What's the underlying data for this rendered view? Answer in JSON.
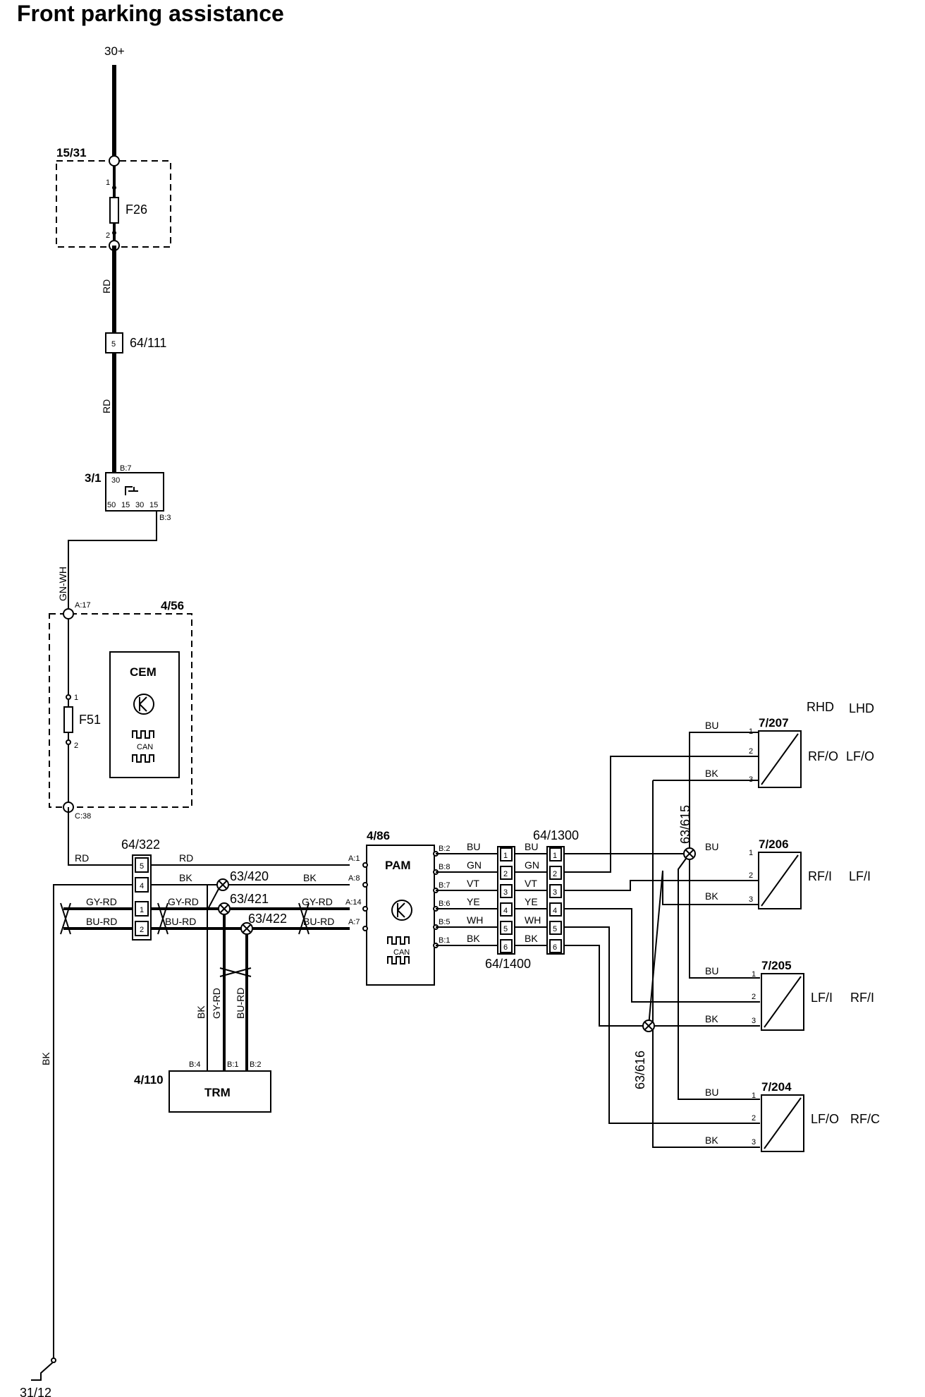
{
  "title": "Front parking assistance",
  "supply": {
    "label": "30+"
  },
  "ground": {
    "label": "31/12",
    "wire": "BK"
  },
  "fuse_box_1": {
    "label": "15/31",
    "fuse": "F26",
    "pin_top": "1",
    "pin_bottom": "2"
  },
  "wire_rd_1": "RD",
  "connector_64_111": {
    "label": "64/111",
    "pin": "5"
  },
  "wire_rd_2": "RD",
  "relay_3_1": {
    "label": "3/1",
    "pin_in": "B:7",
    "pin_out": "B:3",
    "terminals": [
      "30",
      "50",
      "15",
      "30",
      "15"
    ]
  },
  "wire_gnwh": "GN-WH",
  "cem": {
    "label": "4/56",
    "name": "CEM",
    "can": "CAN",
    "fuse": "F51",
    "pin_top": "1",
    "pin_bottom": "2",
    "pin_a": "A:17",
    "pin_c": "C:38"
  },
  "connector_64_322": {
    "label": "64/322",
    "pins": [
      "5",
      "4",
      "1",
      "2"
    ],
    "left_wires": [
      "RD",
      "GY-RD",
      "BU-RD"
    ],
    "right_wires": [
      "RD",
      "BK",
      "GY-RD",
      "BU-RD"
    ]
  },
  "splices": {
    "s420": "63/420",
    "s421": "63/421",
    "s422": "63/422",
    "s615": "63/615",
    "s616": "63/616"
  },
  "pam": {
    "label": "4/86",
    "name": "PAM",
    "can": "CAN",
    "left_pins": [
      "A:1",
      "A:8",
      "A:14",
      "A:7"
    ],
    "left_wires": [
      "BK",
      "GY-RD",
      "BU-RD"
    ],
    "right_pins": [
      "B:2",
      "B:8",
      "B:7",
      "B:6",
      "B:5",
      "B:1"
    ]
  },
  "trm": {
    "label": "4/110",
    "name": "TRM",
    "pins": [
      "B:4",
      "B:1",
      "B:2"
    ],
    "wires": [
      "BK",
      "GY-RD",
      "BU-RD"
    ]
  },
  "connector_64_1400": {
    "label": "64/1400",
    "pins": [
      "1",
      "2",
      "3",
      "4",
      "5",
      "6"
    ]
  },
  "connector_64_1300": {
    "label": "64/1300",
    "pins": [
      "1",
      "2",
      "3",
      "4",
      "5",
      "6"
    ]
  },
  "bus_wires": [
    "BU",
    "GN",
    "VT",
    "YE",
    "WH",
    "BK"
  ],
  "sensor_header": {
    "rhd": "RHD",
    "lhd": "LHD"
  },
  "sensors": [
    {
      "label": "7/207",
      "rhd": "RF/O",
      "lhd": "LF/O",
      "pins": [
        "1",
        "2",
        "3"
      ],
      "wires": [
        "BU",
        "BK"
      ]
    },
    {
      "label": "7/206",
      "rhd": "RF/I",
      "lhd": "LF/I",
      "pins": [
        "1",
        "2",
        "3"
      ],
      "wires": [
        "BU",
        "BK"
      ]
    },
    {
      "label": "7/205",
      "rhd": "LF/I",
      "lhd": "RF/I",
      "pins": [
        "1",
        "2",
        "3"
      ],
      "wires": [
        "BU",
        "BK"
      ]
    },
    {
      "label": "7/204",
      "rhd": "LF/O",
      "lhd": "RF/C",
      "pins": [
        "1",
        "2",
        "3"
      ],
      "wires": [
        "BU",
        "BK"
      ]
    }
  ]
}
